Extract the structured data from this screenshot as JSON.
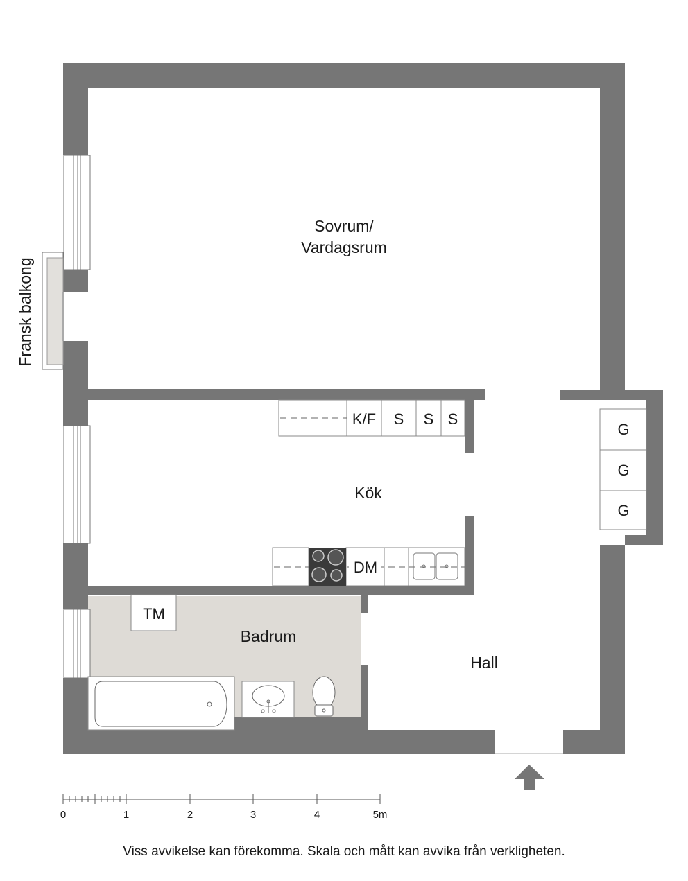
{
  "rooms": {
    "living_line1": "Sovrum/",
    "living_line2": "Vardagsrum",
    "kitchen": "Kök",
    "bathroom": "Badrum",
    "hall": "Hall",
    "balcony": "Fransk balkong"
  },
  "fixtures": {
    "fridge_freezer": "K/F",
    "cabinet": "S",
    "dishwasher": "DM",
    "washing_machine": "TM",
    "wardrobe": "G"
  },
  "scale": {
    "labels": [
      "0",
      "1",
      "2",
      "3",
      "4",
      "5m"
    ]
  },
  "disclaimer": "Viss avvikelse kan förekomma. Skala och mått kan avvika från verkligheten.",
  "colors": {
    "wall": "#767676",
    "bath_floor": "#dedbd6",
    "balcony_floor": "#e2e0dc",
    "stove": "#3a3a3a"
  }
}
